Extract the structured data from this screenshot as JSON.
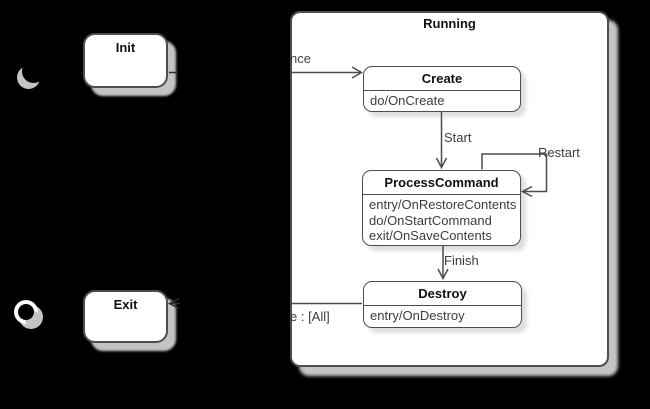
{
  "diagram": {
    "composite_state": {
      "title": "Running"
    },
    "states": {
      "init": {
        "title": "Init"
      },
      "exit": {
        "title": "Exit"
      },
      "create": {
        "title": "Create",
        "actions": [
          "do/OnCreate"
        ]
      },
      "process_command": {
        "title": "ProcessCommand",
        "actions": [
          "entry/OnRestoreContents",
          "do/OnStartCommand",
          "exit/OnSaveContents"
        ]
      },
      "destroy": {
        "title": "Destroy",
        "actions": [
          "entry/OnDestroy"
        ]
      }
    },
    "transitions": {
      "init_to_create_label_visible": "nce",
      "create_to_process_label": "Start",
      "process_self_label": "Restart",
      "process_to_destroy_label": "Finish",
      "destroy_to_exit_label_visible": "e :  [All]"
    },
    "colors": {
      "background": "#000000",
      "state_fill": "#ffffff",
      "state_border": "#4d4d4d",
      "outer_shadow": "#c4c4c4",
      "inner_shadow": "#dedede",
      "label_text": "#3d3d3d",
      "title_text": "#111111"
    }
  }
}
